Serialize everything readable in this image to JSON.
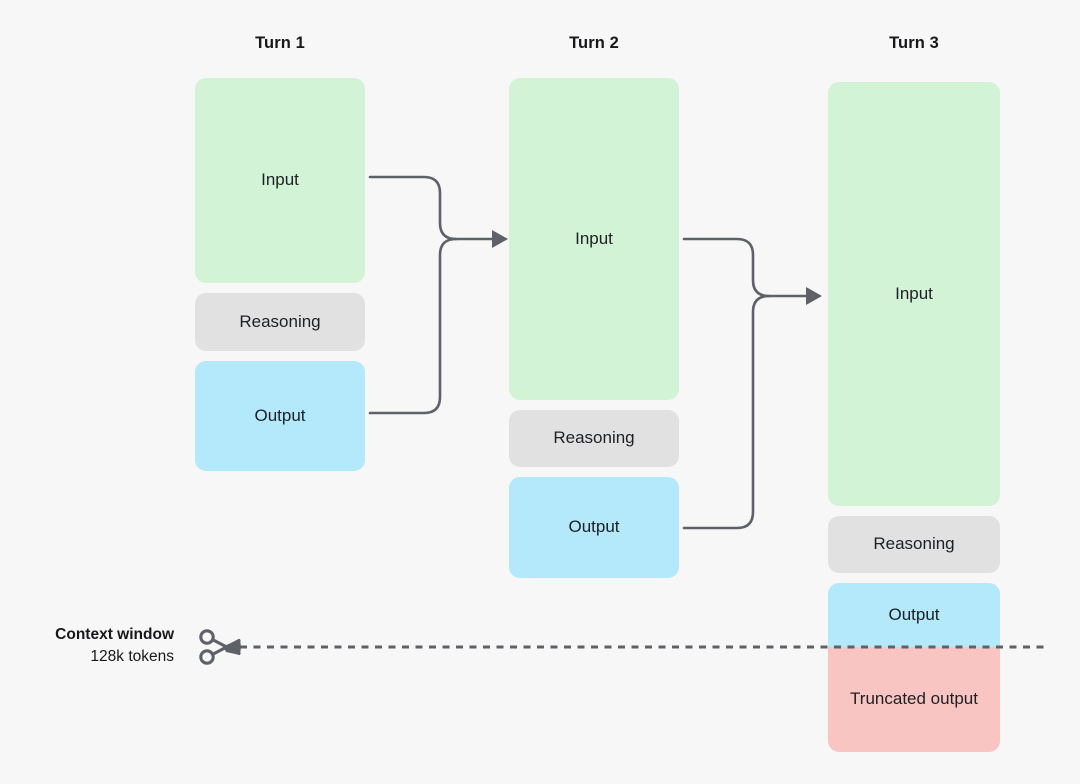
{
  "diagram": {
    "title_hidden": "",
    "background_color": "#f7f7f7",
    "columns": [
      {
        "label": "Turn 1",
        "blocks": [
          {
            "label": "Input",
            "type": "input",
            "color": "#d2f3d5"
          },
          {
            "label": "Reasoning",
            "type": "reasoning",
            "color": "#e1e1e1"
          },
          {
            "label": "Output",
            "type": "output",
            "color": "#b3e9fa"
          }
        ]
      },
      {
        "label": "Turn 2",
        "blocks": [
          {
            "label": "Input",
            "type": "input",
            "color": "#d2f3d5"
          },
          {
            "label": "Reasoning",
            "type": "reasoning",
            "color": "#e1e1e1"
          },
          {
            "label": "Output",
            "type": "output",
            "color": "#b3e9fa"
          }
        ]
      },
      {
        "label": "Turn 3",
        "blocks": [
          {
            "label": "Input",
            "type": "input",
            "color": "#d2f3d5"
          },
          {
            "label": "Reasoning",
            "type": "reasoning",
            "color": "#e1e1e1"
          },
          {
            "label": "Output",
            "type": "output",
            "color": "#b3e9fa"
          },
          {
            "label": "Truncated output",
            "type": "truncated-output",
            "color": "#f9c5c2"
          }
        ]
      }
    ],
    "context_window": {
      "title": "Context window",
      "subtitle": "128k tokens",
      "icon": "scissors-icon",
      "line_color": "#5f6169"
    },
    "connector_color": "#5f6169"
  }
}
